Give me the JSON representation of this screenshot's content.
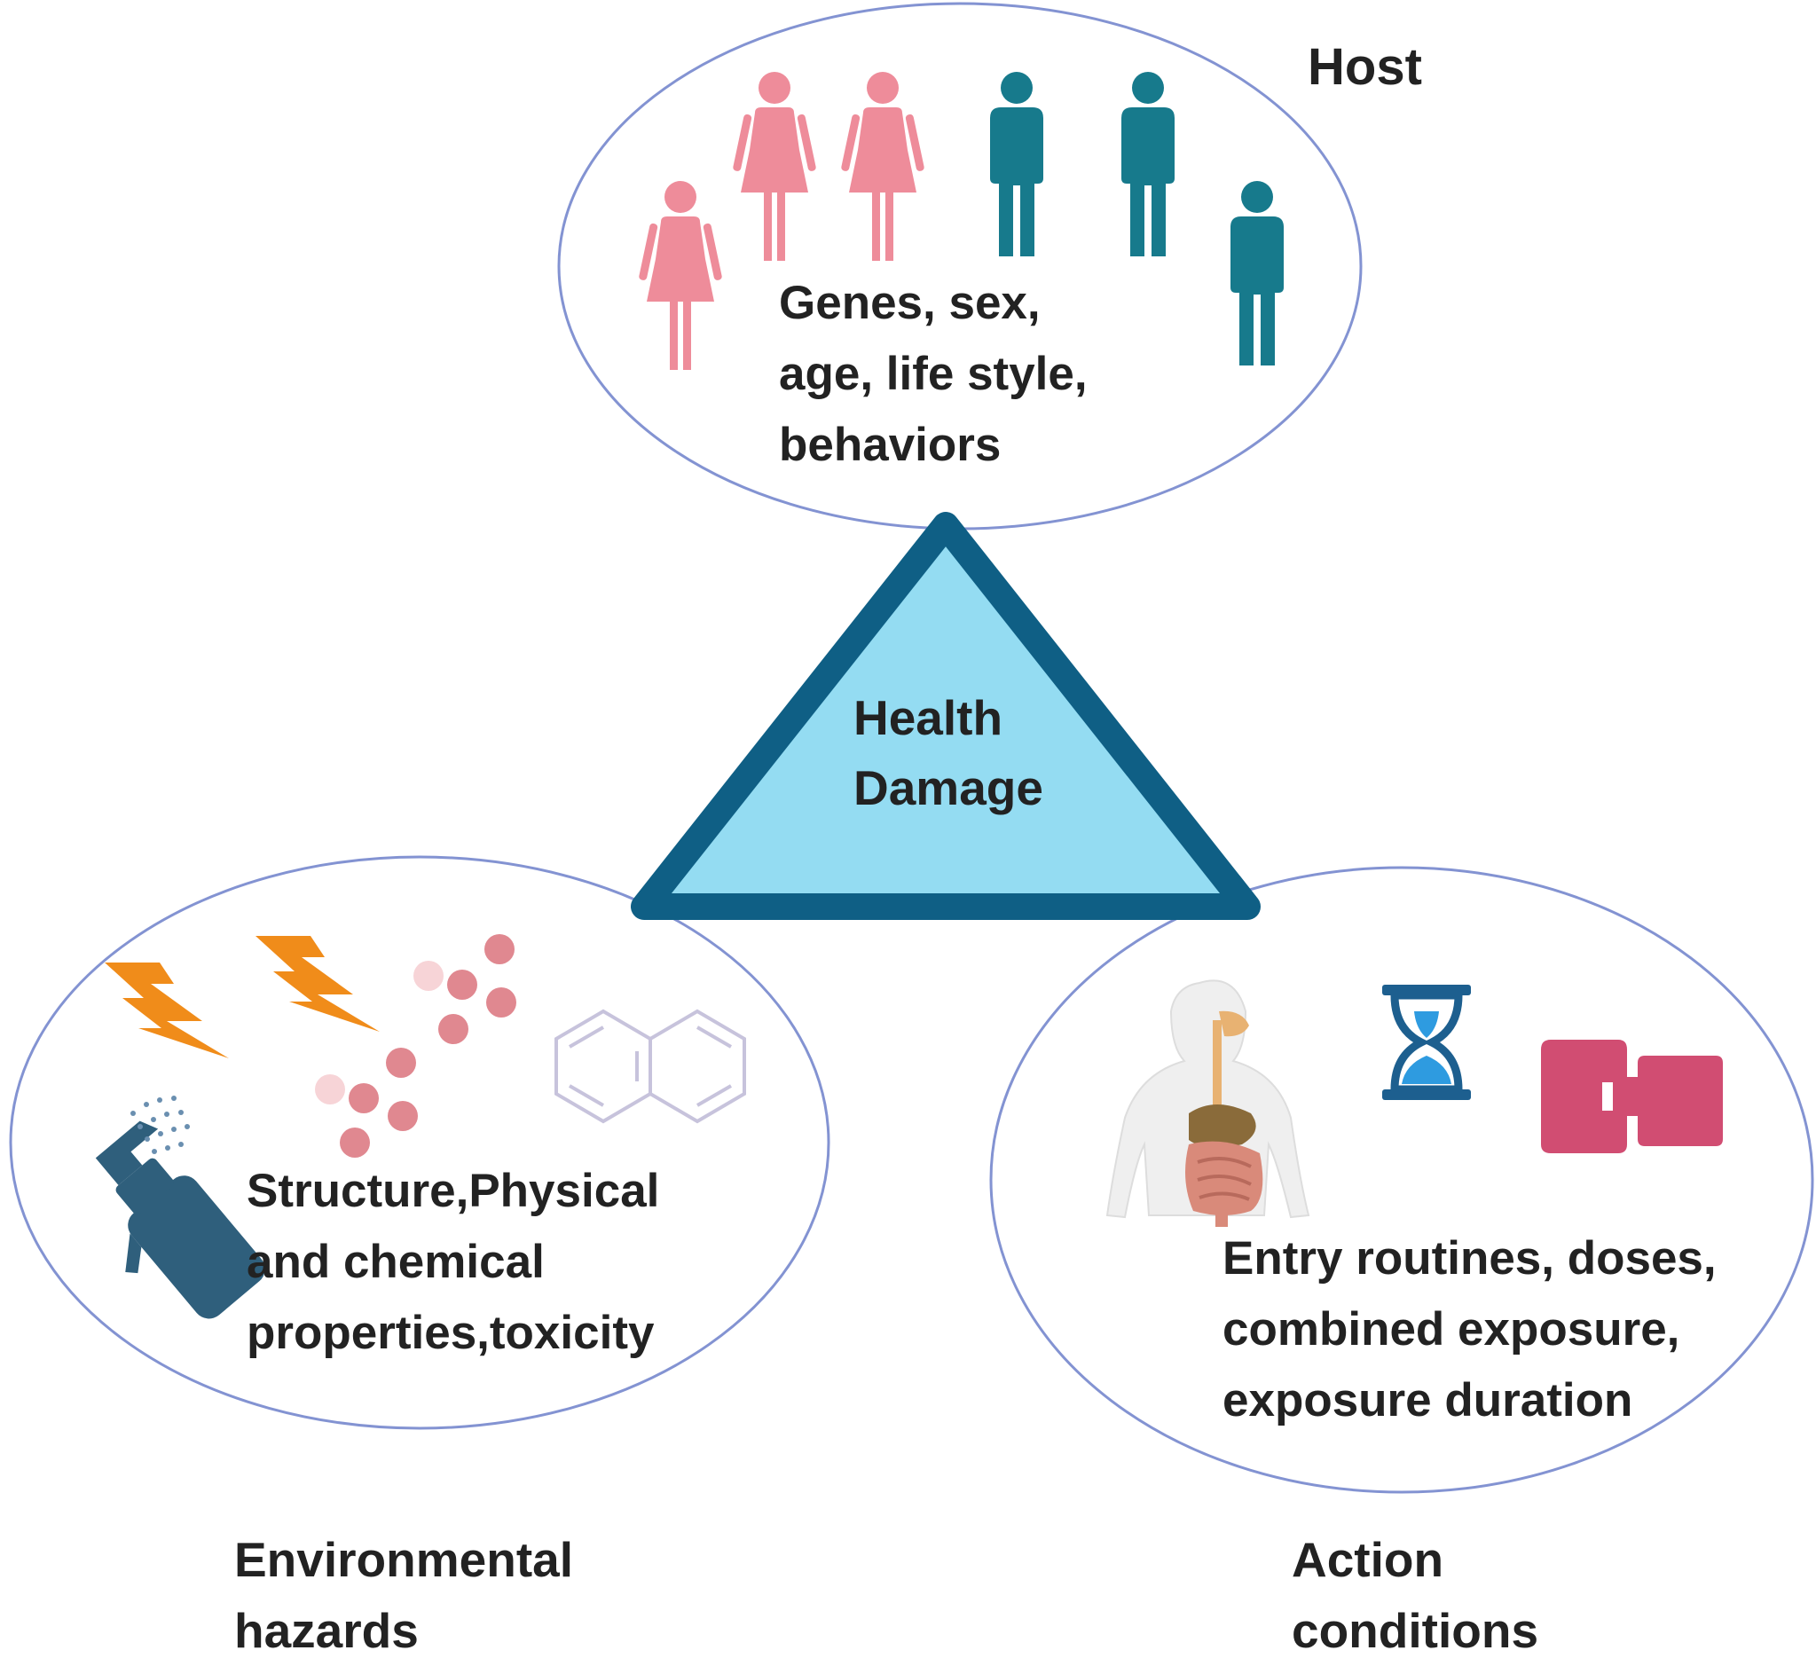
{
  "host": {
    "title": "Host",
    "description": [
      "Genes, sex,",
      "age, life style,",
      "behaviors"
    ]
  },
  "center": {
    "label": [
      "Health",
      "Damage"
    ]
  },
  "environmental": {
    "description": [
      "Structure,Physical",
      "and chemical",
      "properties,toxicity"
    ],
    "label": [
      "Environmental",
      "hazards"
    ]
  },
  "action": {
    "description": [
      "Entry routines, doses,",
      "combined exposure,",
      "exposure duration"
    ],
    "label": [
      "Action",
      "conditions"
    ]
  },
  "colors": {
    "ellipse_stroke": "#8393d2",
    "triangle_fill": "#94dcf2",
    "triangle_stroke": "#0f5f85",
    "female_figure": "#ee8c9a",
    "male_figure": "#177a8c",
    "lightning": "#f08c1a",
    "particle": "#e08890",
    "molecule": "#c7c3dc",
    "spray_bottle": "#2f5f7c",
    "hourglass": "#1d5f8f",
    "hourglass_sand": "#2e9be0",
    "connector": "#d14d72",
    "organs": "#d98a7a"
  },
  "icons": [
    "female-figure-icon",
    "male-figure-icon",
    "lightning-icon",
    "particles-icon",
    "naphthalene-molecule-icon",
    "spray-bottle-icon",
    "digestive-system-icon",
    "hourglass-icon",
    "connector-blocks-icon"
  ]
}
